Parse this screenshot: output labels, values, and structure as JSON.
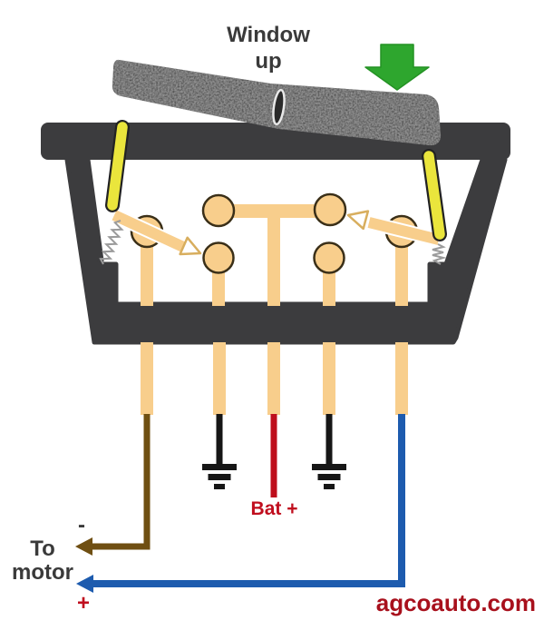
{
  "title": {
    "line1": "Window",
    "line2": "up"
  },
  "press_indicator": {
    "icon": "green-down-arrow-icon",
    "color": "#2EA62E",
    "meaning_position": "above right end of rocker"
  },
  "switch": {
    "type": "rocker-switch-cross-section",
    "state": "window up (right side pressed)",
    "housing_color": "#3C3C3E",
    "rocker_color": "#1E1E1E",
    "pivot_outline_color": "#E8E8E8",
    "plunger_color": "#EAE53C",
    "contact_fill": "#F8CE8C",
    "contact_outline": "#3A2F18",
    "spring_color": "#9B9B9B",
    "motion_arrow_fill": "#F8CE8C",
    "motion_arrow_outline": "#FFFFFF"
  },
  "terminals": [
    {
      "name": "motor-negative",
      "wire_color": "#6F4F12",
      "label": "-"
    },
    {
      "name": "ground-left",
      "wire_color": "#161616",
      "symbol": "ground"
    },
    {
      "name": "battery-feed",
      "wire_color": "#BE0E1C",
      "label": "Bat +"
    },
    {
      "name": "ground-right",
      "wire_color": "#161616",
      "symbol": "ground"
    },
    {
      "name": "motor-positive",
      "wire_color": "#1D5BAE",
      "label": "+"
    }
  ],
  "labels": {
    "bat_plus": "Bat +",
    "minus": "-",
    "to_motor_line1": "To",
    "to_motor_line2": "motor",
    "plus": "+"
  },
  "footer": {
    "site": "agcoauto.com",
    "color": "#A8101C"
  },
  "colors": {
    "housing": "#3C3C3E",
    "contact": "#F8CE8C",
    "contact-outline": "#3A2F18",
    "plunger": "#EAE53C",
    "green": "#2EA62E",
    "brown": "#6F4F12",
    "red": "#BE0E1C",
    "blue": "#1D5BAE",
    "ink": "#161616",
    "text": "#3A3A3A",
    "red-text": "#C00E1E",
    "site": "#A8101C",
    "spring": "#9B9B9B",
    "arrow-outline": "#D8AE5E",
    "rocker": "#1E1E1E",
    "pivot": "#E8E8E8"
  }
}
